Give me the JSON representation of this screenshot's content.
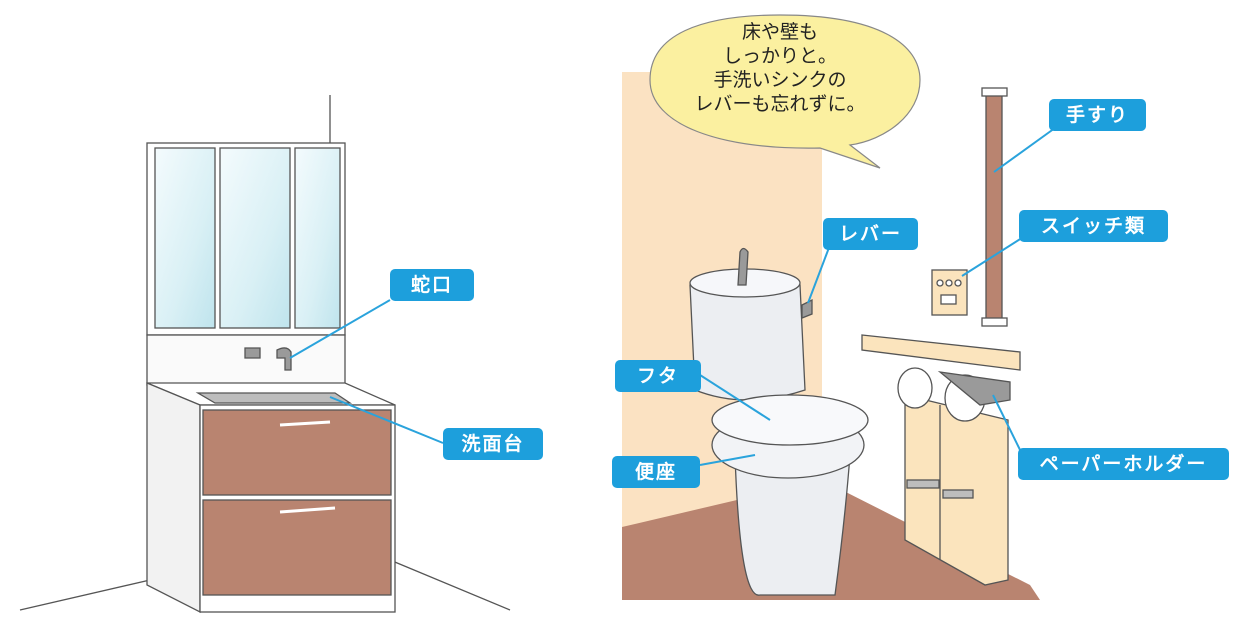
{
  "speech_bubble": {
    "lines": [
      "床や壁も",
      "しっかりと。",
      "手洗いシンクの",
      "レバーも忘れずに。"
    ]
  },
  "labels": {
    "faucet": "蛇口",
    "washbasin": "洗面台",
    "lid": "フタ",
    "seat": "便座",
    "lever": "レバー",
    "handrail": "手すり",
    "switches": "スイッチ類",
    "paper_holder": "ペーパーホルダー"
  },
  "colors": {
    "label_bg": "#1d9fdc",
    "leader_line": "#2aa3dc",
    "floor_brown": "#b98470",
    "drawer_brown": "#b98470",
    "wall_beige": "#fbe2c2",
    "bubble_yellow": "#fbf0a0",
    "cabinet_wood": "#fbe4bd"
  }
}
